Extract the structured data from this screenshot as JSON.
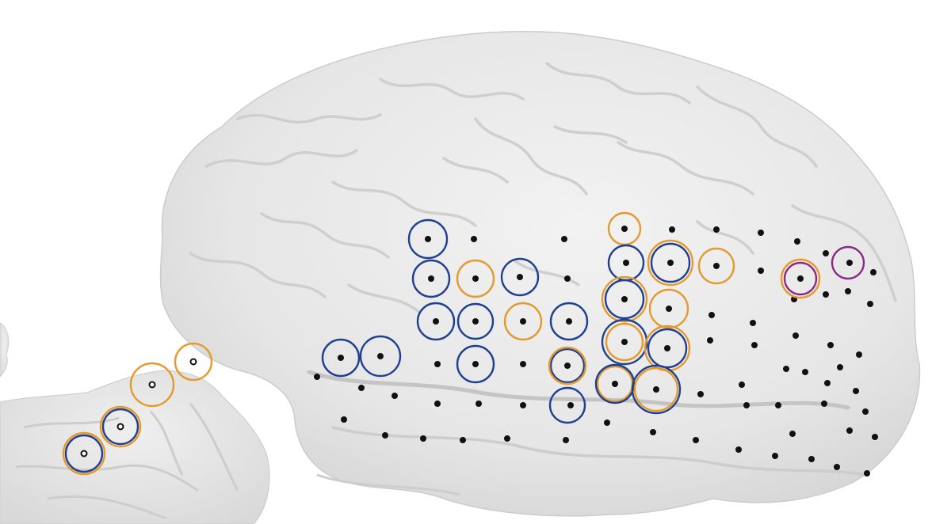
{
  "colors": {
    "background": "#ffffff",
    "brain_fill": "#e9e9e9",
    "brain_shadow": "#d4d4d4",
    "sulcus": "#c9c9c9",
    "electrode": "#111111",
    "ring_blue": "#1f3f8f",
    "ring_orange": "#e39a2e",
    "ring_purple": "#8a2a86"
  },
  "legend": {
    "ring_meaning": [
      "blue",
      "orange",
      "purple"
    ]
  }
}
